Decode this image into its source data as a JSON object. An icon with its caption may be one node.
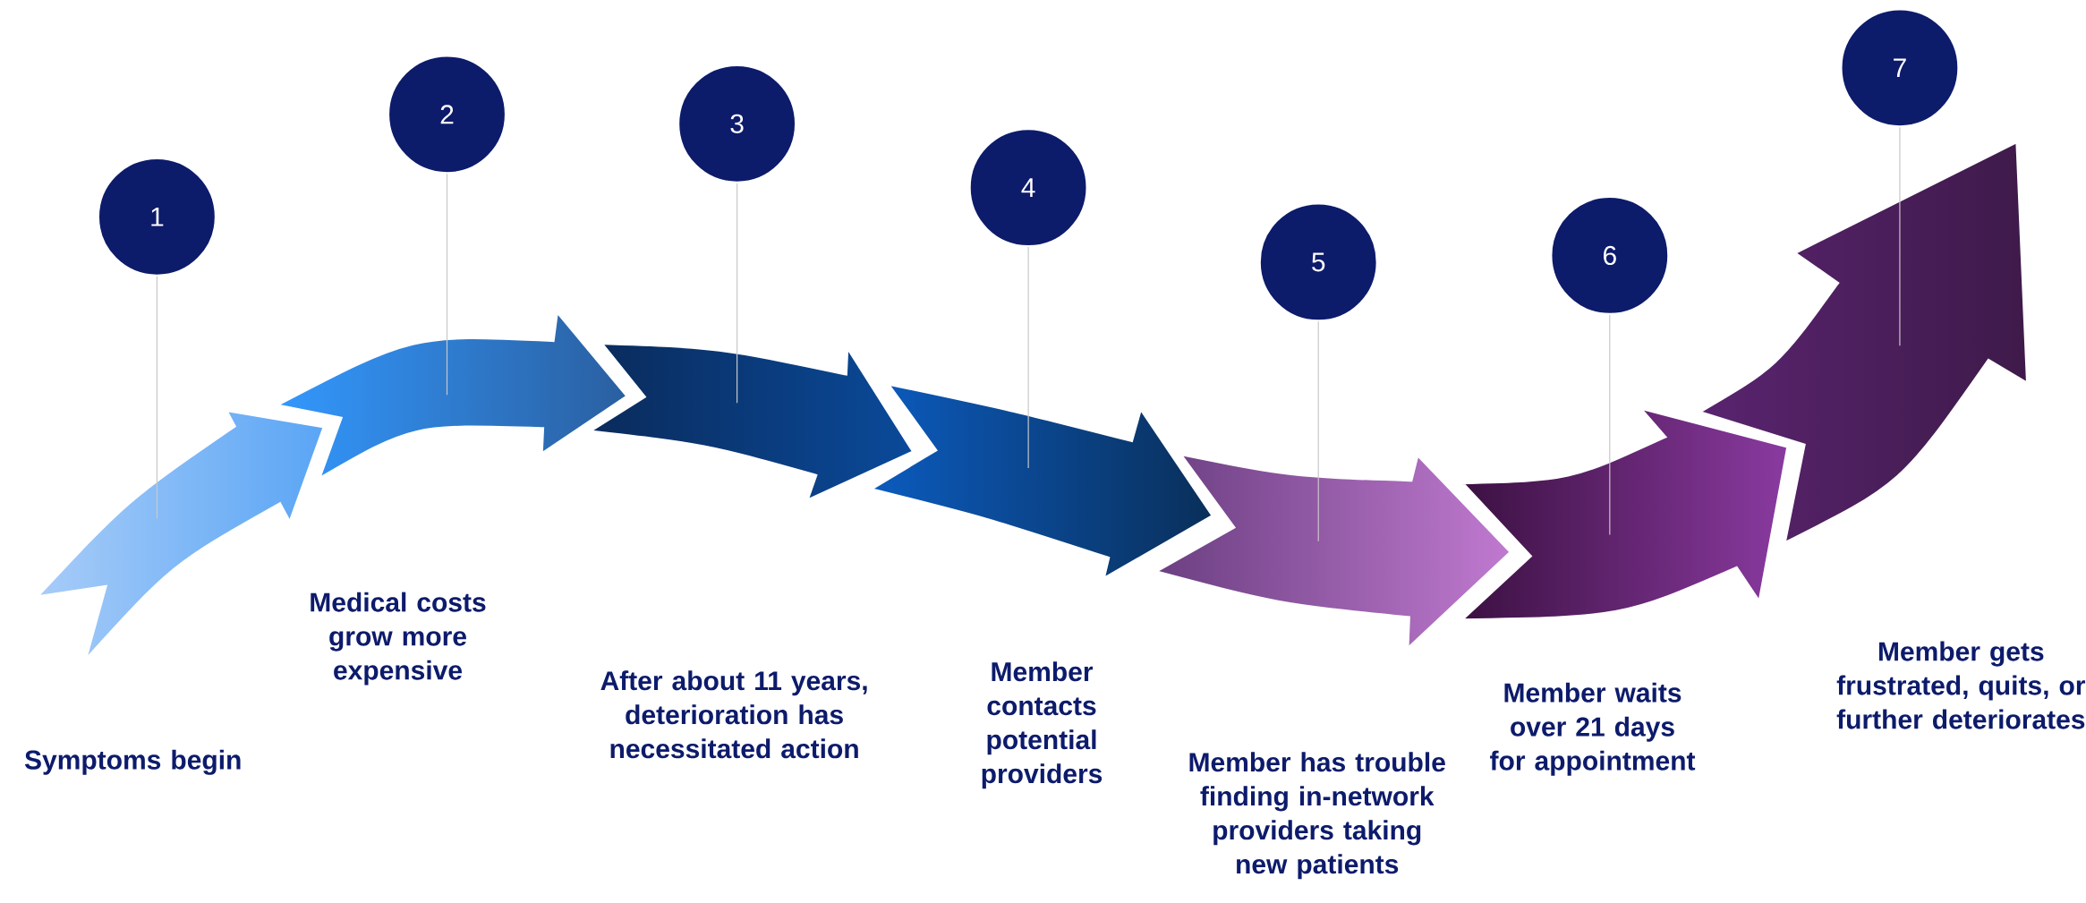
{
  "diagram": {
    "nodes": [
      {
        "text": [
          "1"
        ]
      },
      {
        "text": [
          "2"
        ]
      },
      {
        "text": [
          "3"
        ]
      },
      {
        "text": [
          "4"
        ]
      },
      {
        "text": [
          "5"
        ]
      },
      {
        "text": [
          "6"
        ]
      },
      {
        "text": [
          "7"
        ]
      },
      {
        "text": [],
        "shape": "arrow"
      },
      {
        "text": [],
        "shape": "arrow"
      },
      {
        "text": [],
        "shape": "arrow"
      },
      {
        "text": [],
        "shape": "arrow"
      },
      {
        "text": [],
        "shape": "arrow"
      },
      {
        "text": [],
        "shape": "arrow"
      },
      {
        "text": [],
        "shape": "arrow"
      }
    ],
    "edges": [
      {
        "from": 0,
        "to": 7,
        "arrow": "none"
      },
      {
        "from": 1,
        "to": 8,
        "arrow": "none"
      },
      {
        "from": 2,
        "to": 9,
        "arrow": "none"
      },
      {
        "from": 3,
        "to": 10,
        "arrow": "none"
      },
      {
        "from": 4,
        "to": 11,
        "arrow": "none"
      },
      {
        "from": 5,
        "to": 12,
        "arrow": "none"
      },
      {
        "from": 6,
        "to": 13,
        "arrow": "none"
      }
    ],
    "labels": [
      "Symptoms begin",
      "Medical costs grow more expensive",
      "After about 11 years, deterioration has necessitated action",
      "Member contacts potential providers",
      "Member has trouble finding in-network providers taking new patients",
      "Member waits over 21 days for appointment",
      "Member gets frustrated, quits, or further deteriorates"
    ]
  }
}
